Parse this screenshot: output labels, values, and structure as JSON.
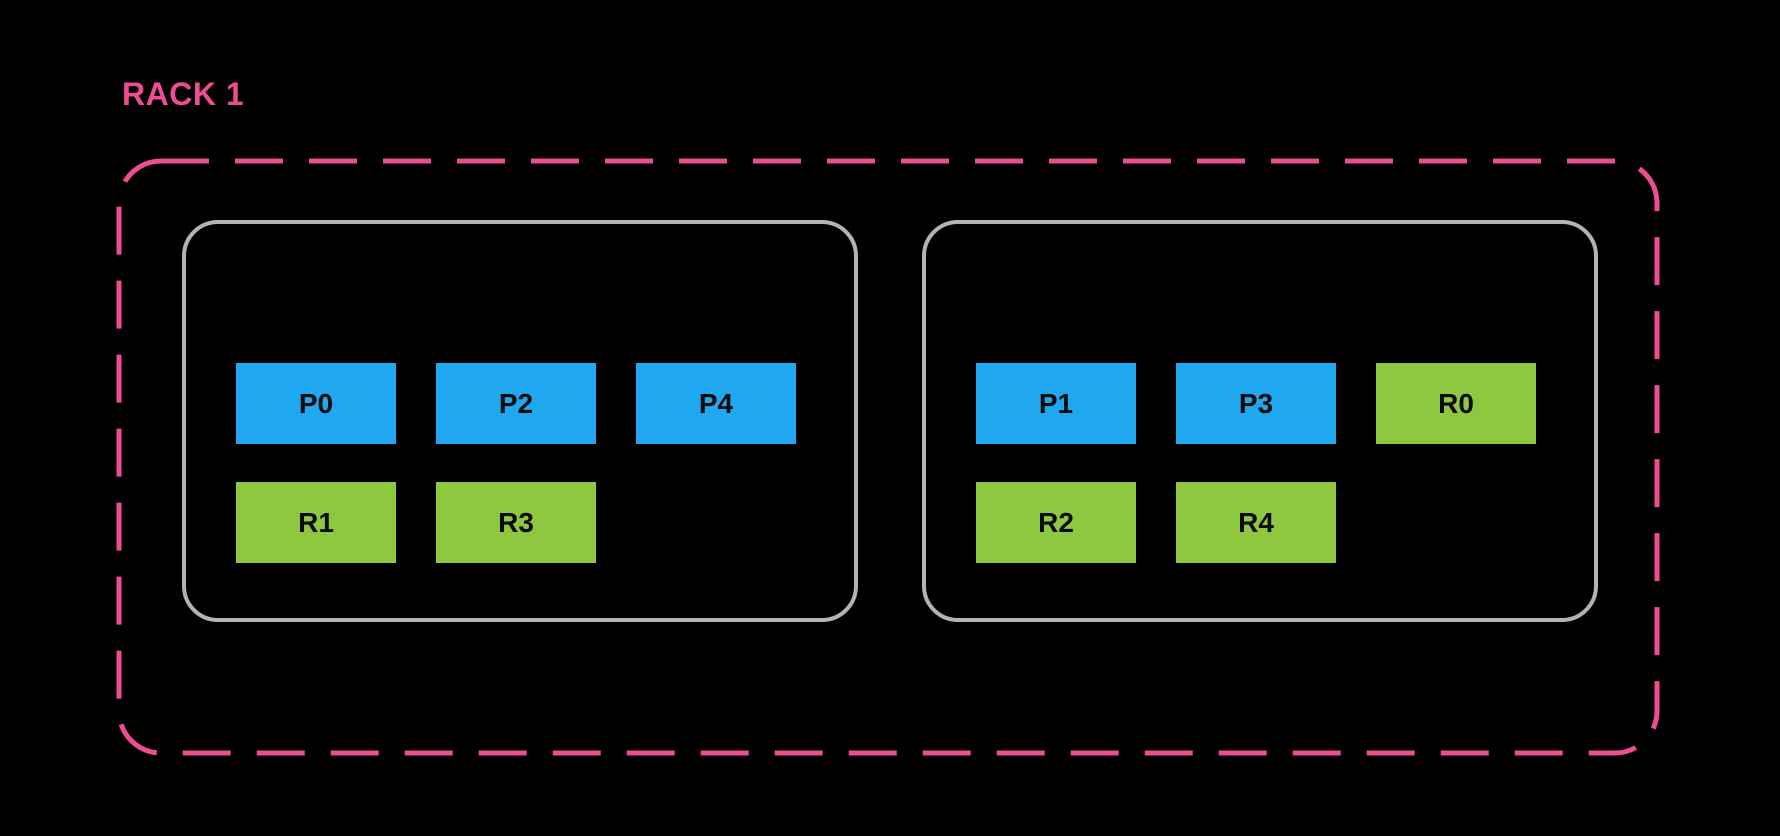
{
  "rack": {
    "label": "RACK 1"
  },
  "colors": {
    "background": "#000000",
    "accent_pink": "#EE4D93",
    "chip_blue": "#1FA8F0",
    "chip_green": "#8EC740",
    "host_border": "#B3B3B3",
    "chip_text": "#0B0B0B"
  },
  "hosts": [
    {
      "rows": [
        {
          "chips": [
            {
              "label": "P0",
              "color": "blue"
            },
            {
              "label": "P2",
              "color": "blue"
            },
            {
              "label": "P4",
              "color": "blue"
            }
          ]
        },
        {
          "chips": [
            {
              "label": "R1",
              "color": "green"
            },
            {
              "label": "R3",
              "color": "green"
            }
          ]
        }
      ]
    },
    {
      "rows": [
        {
          "chips": [
            {
              "label": "P1",
              "color": "blue"
            },
            {
              "label": "P3",
              "color": "blue"
            },
            {
              "label": "R0",
              "color": "green"
            }
          ]
        },
        {
          "chips": [
            {
              "label": "R2",
              "color": "green"
            },
            {
              "label": "R4",
              "color": "green"
            }
          ]
        }
      ]
    }
  ]
}
